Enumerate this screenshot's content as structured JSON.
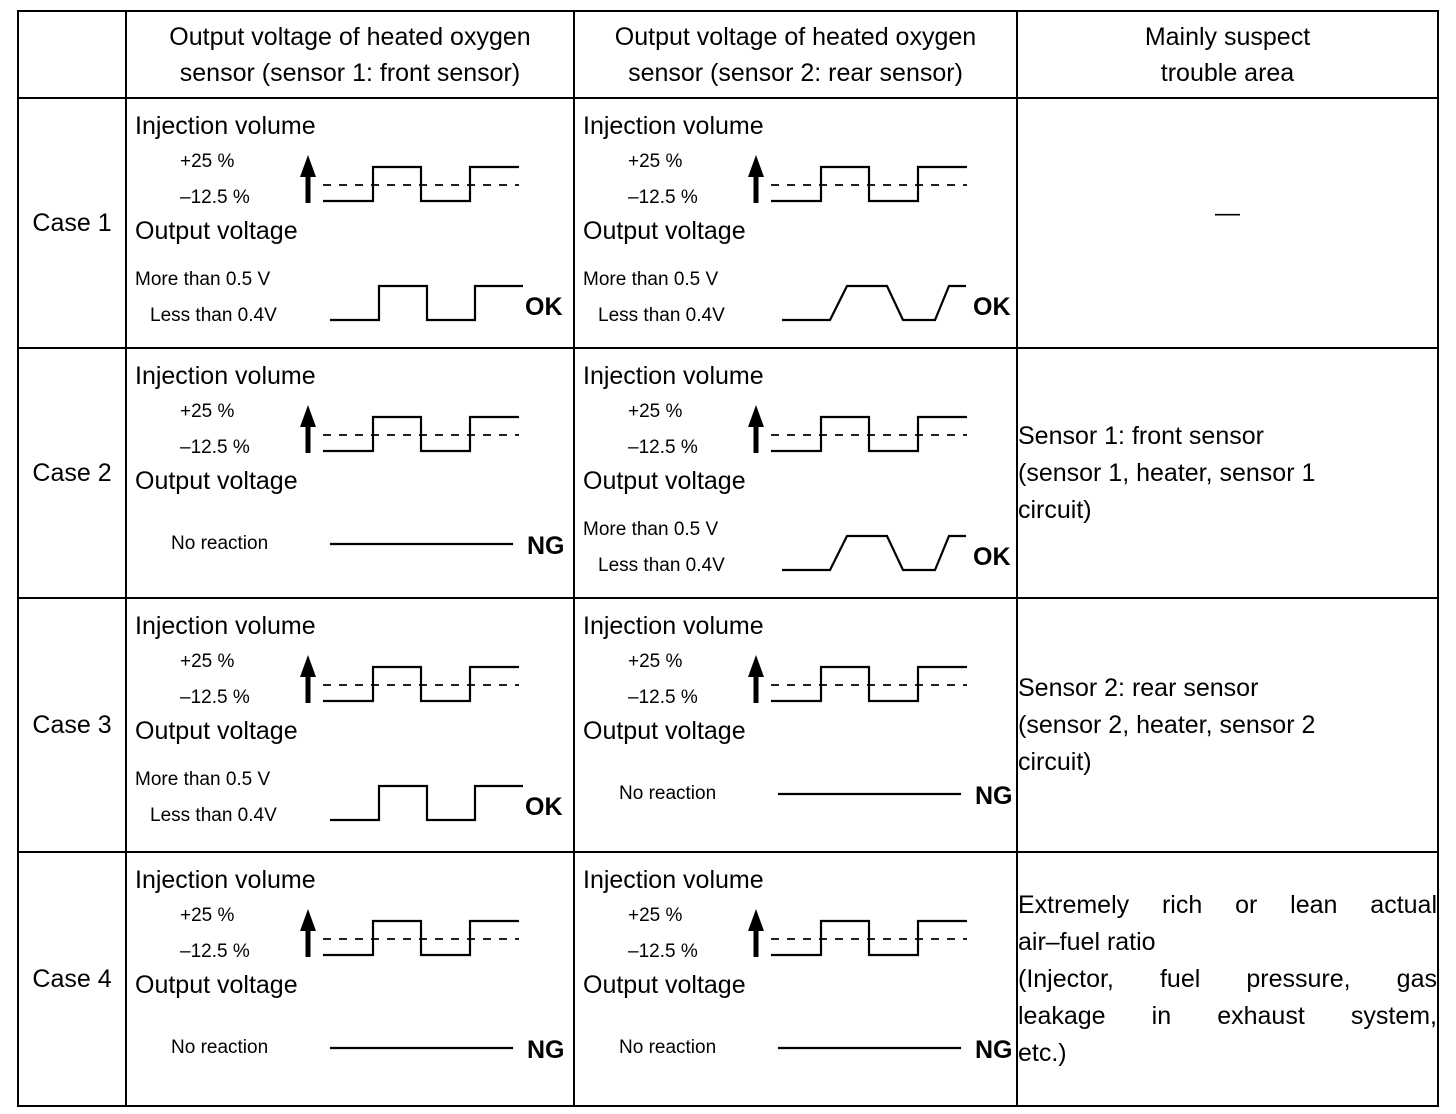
{
  "header": {
    "col0": "",
    "col1_line1": "Output voltage of heated oxygen",
    "col1_line2": "sensor (sensor 1: front sensor)",
    "col2_line1": "Output voltage of heated oxygen",
    "col2_line2": "sensor (sensor 2: rear sensor)",
    "col3_line1": "Mainly suspect",
    "col3_line2": "trouble area"
  },
  "labels": {
    "injection": "Injection volume",
    "plus": "+25 %",
    "minus": "–12.5 %",
    "output": "Output voltage",
    "more": "More than 0.5 V",
    "less": "Less than 0.4V",
    "no_reaction": "No reaction"
  },
  "rows": [
    {
      "case": "Case 1",
      "front": {
        "reaction": "square",
        "result": "OK"
      },
      "rear": {
        "reaction": "slope",
        "result": "OK"
      },
      "area_lines": [
        "—"
      ]
    },
    {
      "case": "Case 2",
      "front": {
        "reaction": "none",
        "result": "NG"
      },
      "rear": {
        "reaction": "slope",
        "result": "OK"
      },
      "area_lines": [
        "Sensor 1: front sensor",
        "(sensor 1, heater, sensor 1",
        "circuit)"
      ]
    },
    {
      "case": "Case 3",
      "front": {
        "reaction": "square",
        "result": "OK"
      },
      "rear": {
        "reaction": "none",
        "result": "NG"
      },
      "area_lines": [
        "Sensor 2: rear sensor",
        "(sensor 2, heater, sensor 2",
        "circuit)"
      ]
    },
    {
      "case": "Case 4",
      "front": {
        "reaction": "none",
        "result": "NG"
      },
      "rear": {
        "reaction": "none",
        "result": "NG"
      },
      "area_lines": [
        "Extremely rich or lean actual",
        "air–fuel ratio",
        "(Injector, fuel pressure, gas",
        "leakage in exhaust system,",
        "etc.)"
      ]
    }
  ]
}
